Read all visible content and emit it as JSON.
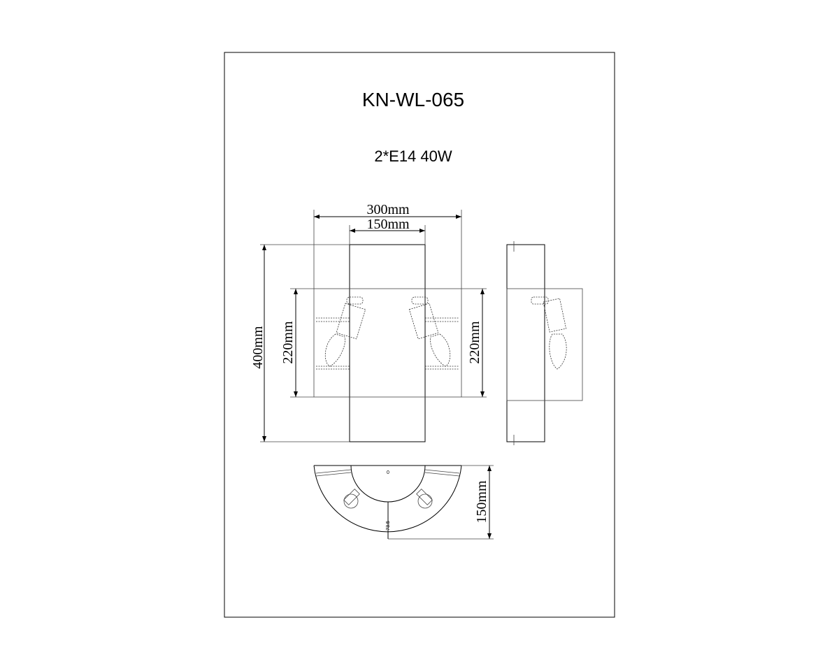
{
  "title": "KN-WL-065",
  "spec": "2*E14 40W",
  "dimensions": {
    "width_total": "300mm",
    "width_back": "150mm",
    "height_total": "400mm",
    "height_front_left": "220mm",
    "height_front_right": "220mm",
    "depth": "150mm"
  },
  "bottom_view": {
    "center_mark": "0",
    "radius_label": "73.5"
  }
}
